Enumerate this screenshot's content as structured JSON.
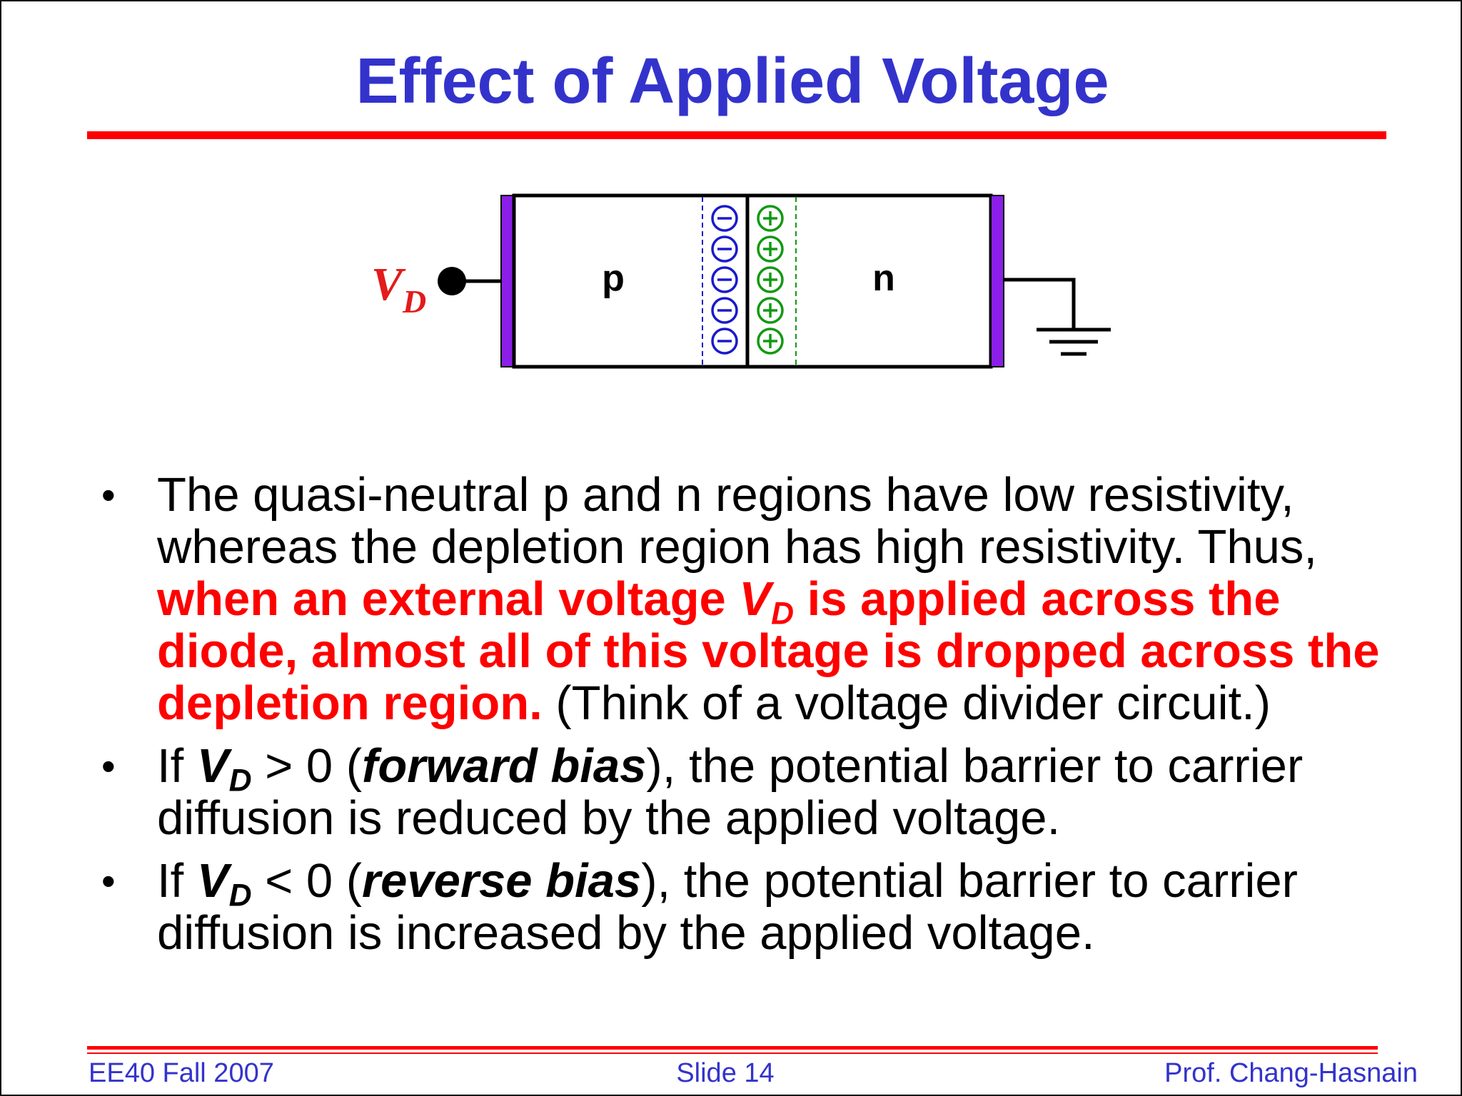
{
  "title": "Effect of Applied Voltage",
  "diagram": {
    "vd_label": "V",
    "vd_sub": "D",
    "p_label": "p",
    "n_label": "n",
    "negative_ion_count": 5,
    "positive_ion_count": 5,
    "colors": {
      "contact": "#8b1ee8",
      "negative_ion": "#1a1acc",
      "positive_ion": "#119911",
      "vd_label": "#e31b1b"
    }
  },
  "bullets": [
    {
      "t1": "The quasi-neutral p and n regions have low resistivity, whereas the depletion region has high resistivity.  Thus, ",
      "h1": "when an external voltage ",
      "h_var": "V",
      "h_sub": "D",
      "h2": " is applied across the diode, almost all of this voltage is dropped across the depletion region.",
      "t2": "  (Think of a voltage divider circuit.)"
    },
    {
      "pre": "If ",
      "var": "V",
      "sub": "D",
      "mid": " > 0 (",
      "term": "forward bias",
      "post": "), the potential barrier to carrier diffusion is reduced by the applied voltage."
    },
    {
      "pre": "If ",
      "var": "V",
      "sub": "D",
      "mid": " < 0 (",
      "term": "reverse bias",
      "post": "), the potential barrier to carrier diffusion is increased by the applied voltage."
    }
  ],
  "footer": {
    "left": "EE40 Fall 2007",
    "center": "Slide 14",
    "right": "Prof. Chang-Hasnain"
  }
}
